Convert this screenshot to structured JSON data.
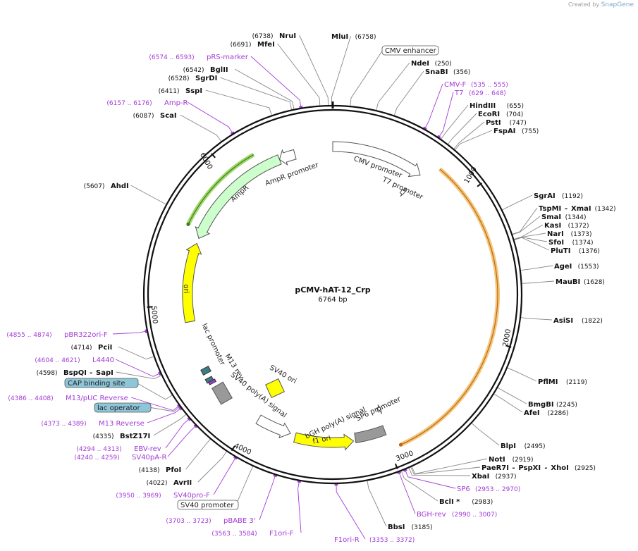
{
  "credit": {
    "prefix": "Created by",
    "brand": "SnapGene"
  },
  "plasmid": {
    "name": "pCMV-hAT-12_Crp",
    "length_label": "6764 bp"
  },
  "ticks": [
    {
      "label": "1000",
      "bp": 1000
    },
    {
      "label": "2000",
      "bp": 2000
    },
    {
      "label": "3000",
      "bp": 3000
    },
    {
      "label": "4000",
      "bp": 4000
    },
    {
      "label": "5000",
      "bp": 5000
    },
    {
      "label": "6000",
      "bp": 6000
    }
  ],
  "features": [
    {
      "name": "CMV promoter",
      "color": "#ffffff"
    },
    {
      "name": "T7 promoter",
      "color": "#ffffff"
    },
    {
      "name": "SP6 promoter",
      "color": "#ffffff"
    },
    {
      "name": "bGH poly(A) signal",
      "color": "#999999"
    },
    {
      "name": "f1 ori",
      "color": "#ffff00"
    },
    {
      "name": "SV40 poly(A) signal",
      "color": "#ffffff"
    },
    {
      "name": "SV40 ori",
      "color": "#ffff00"
    },
    {
      "name": "M13 rev",
      "color": "#ffffff"
    },
    {
      "name": "lac promoter",
      "color": "#ffffff"
    },
    {
      "name": "ori",
      "color": "#ffff00"
    },
    {
      "name": "AmpR",
      "color": "#ccffcc"
    },
    {
      "name": "AmpR promoter",
      "color": "#ffffff"
    }
  ],
  "labels": [
    {
      "kind": "enzyme",
      "name": "MluI",
      "pos": "(6758)"
    },
    {
      "kind": "boxed",
      "name": "CMV enhancer"
    },
    {
      "kind": "enzyme",
      "name": "NdeI",
      "pos": "(250)"
    },
    {
      "kind": "enzyme",
      "name": "SnaBI",
      "pos": "(356)"
    },
    {
      "kind": "primer",
      "name": "CMV-F",
      "pos": "(535 .. 555)"
    },
    {
      "kind": "primer",
      "name": "T7",
      "pos": "(629 .. 648)"
    },
    {
      "kind": "enzyme",
      "name": "HindIII",
      "pos": "(655)"
    },
    {
      "kind": "enzyme",
      "name": "EcoRI",
      "pos": "(704)"
    },
    {
      "kind": "enzyme",
      "name": "PstI",
      "pos": "(747)"
    },
    {
      "kind": "enzyme",
      "name": "FspAI",
      "pos": "(755)"
    },
    {
      "kind": "enzyme",
      "name": "SgrAI",
      "pos": "(1192)"
    },
    {
      "kind": "enzyme",
      "name": "TspMI",
      "name2": "XmaI",
      "pos": "(1342)"
    },
    {
      "kind": "enzyme",
      "name": "SmaI",
      "pos": "(1344)"
    },
    {
      "kind": "enzyme",
      "name": "KasI",
      "pos": "(1372)"
    },
    {
      "kind": "enzyme",
      "name": "NarI",
      "pos": "(1373)"
    },
    {
      "kind": "enzyme",
      "name": "SfoI",
      "pos": "(1374)"
    },
    {
      "kind": "enzyme",
      "name": "PluTI",
      "pos": "(1376)"
    },
    {
      "kind": "enzyme",
      "name": "AgeI",
      "pos": "(1553)"
    },
    {
      "kind": "enzyme",
      "name": "MauBI",
      "pos": "(1628)"
    },
    {
      "kind": "enzyme",
      "name": "AsiSI",
      "pos": "(1822)"
    },
    {
      "kind": "enzyme",
      "name": "PflMI",
      "pos": "(2119)"
    },
    {
      "kind": "enzyme",
      "name": "BmgBI",
      "pos": "(2245)"
    },
    {
      "kind": "enzyme",
      "name": "AfeI",
      "pos": "(2286)"
    },
    {
      "kind": "enzyme",
      "name": "BlpI",
      "pos": "(2495)"
    },
    {
      "kind": "enzyme",
      "name": "NotI",
      "pos": "(2919)"
    },
    {
      "kind": "enzyme",
      "name": "PaeR7I",
      "name2": "PspXI",
      "name3": "XhoI",
      "pos": "(2925)"
    },
    {
      "kind": "enzyme",
      "name": "XbaI",
      "pos": "(2937)"
    },
    {
      "kind": "primer",
      "name": "SP6",
      "pos": "(2953 .. 2970)"
    },
    {
      "kind": "enzyme",
      "name": "BclI *",
      "pos": "(2983)"
    },
    {
      "kind": "primer",
      "name": "BGH-rev",
      "pos": "(2990 .. 3007)"
    },
    {
      "kind": "enzyme",
      "name": "BbsI",
      "pos": "(3185)"
    },
    {
      "kind": "primer",
      "name": "F1ori-R",
      "pos": "(3353 .. 3372)"
    },
    {
      "kind": "primer",
      "name": "F1ori-F",
      "pos": "(3563 .. 3584)"
    },
    {
      "kind": "primer",
      "name": "pBABE 3'",
      "pos": "(3703 .. 3723)"
    },
    {
      "kind": "boxed",
      "name": "SV40 promoter"
    },
    {
      "kind": "primer",
      "name": "SV40pro-F",
      "pos": "(3950 .. 3969)"
    },
    {
      "kind": "enzyme",
      "name": "AvrII",
      "pos": "(4022)"
    },
    {
      "kind": "enzyme",
      "name": "PfoI",
      "pos": "(4138)"
    },
    {
      "kind": "primer",
      "name": "SV40pA-R",
      "pos": "(4240 .. 4259)"
    },
    {
      "kind": "primer",
      "name": "EBV-rev",
      "pos": "(4294 .. 4313)"
    },
    {
      "kind": "enzyme",
      "name": "BstZ17I",
      "pos": "(4335)"
    },
    {
      "kind": "primer",
      "name": "M13 Reverse",
      "pos": "(4373 .. 4389)"
    },
    {
      "kind": "boxedblue",
      "name": "lac operator"
    },
    {
      "kind": "primer",
      "name": "M13/pUC Reverse",
      "pos": "(4386 .. 4408)"
    },
    {
      "kind": "boxedblue",
      "name": "CAP binding site"
    },
    {
      "kind": "enzyme",
      "name": "BspQI",
      "name2": "SapI",
      "pos": "(4598)"
    },
    {
      "kind": "primer",
      "name": "L4440",
      "pos": "(4604 .. 4621)"
    },
    {
      "kind": "enzyme",
      "name": "PciI",
      "pos": "(4714)"
    },
    {
      "kind": "primer",
      "name": "pBR322ori-F",
      "pos": "(4855 .. 4874)"
    },
    {
      "kind": "enzyme",
      "name": "AhdI",
      "pos": "(5607)"
    },
    {
      "kind": "enzyme",
      "name": "ScaI",
      "pos": "(6087)"
    },
    {
      "kind": "primer",
      "name": "Amp-R",
      "pos": "(6157 .. 6176)"
    },
    {
      "kind": "enzyme",
      "name": "SspI",
      "pos": "(6411)"
    },
    {
      "kind": "enzyme",
      "name": "SgrDI",
      "pos": "(6528)"
    },
    {
      "kind": "enzyme",
      "name": "BglII",
      "pos": "(6542)"
    },
    {
      "kind": "primer",
      "name": "pRS-marker",
      "pos": "(6574 .. 6593)"
    },
    {
      "kind": "enzyme",
      "name": "MfeI",
      "pos": "(6691)"
    },
    {
      "kind": "enzyme",
      "name": "NruI",
      "pos": "(6738)"
    }
  ]
}
